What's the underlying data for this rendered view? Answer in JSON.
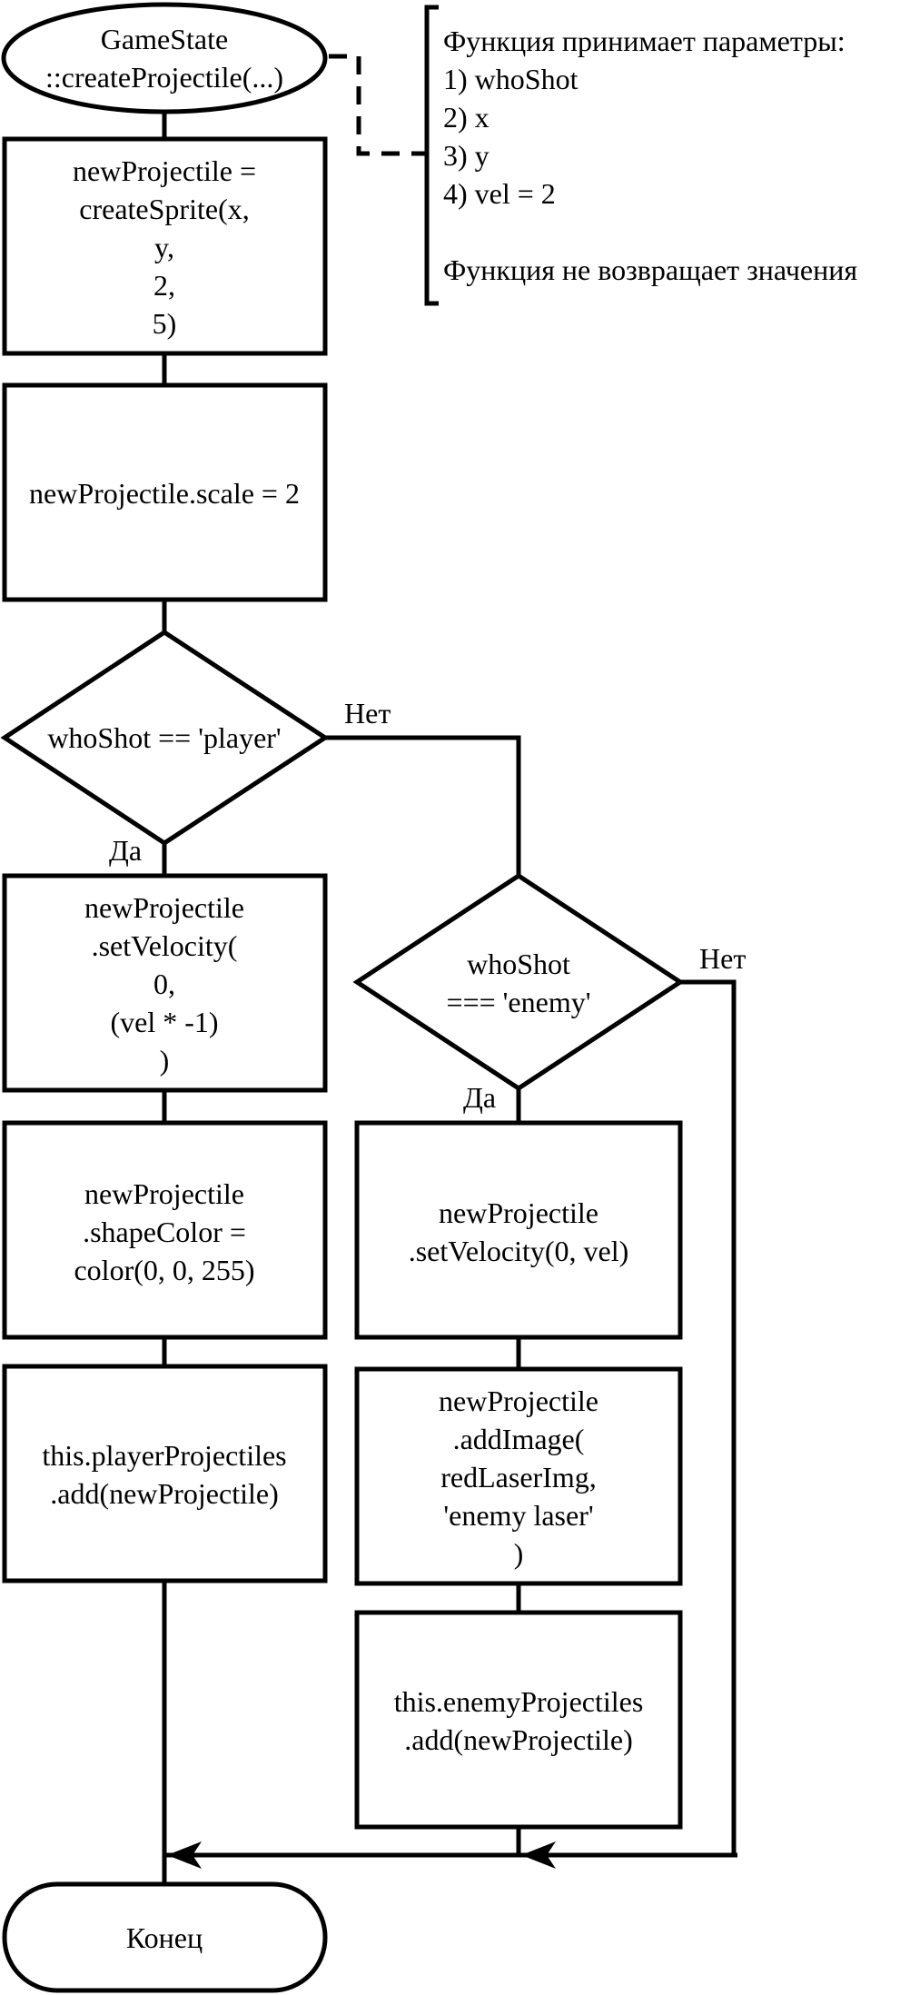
{
  "start": {
    "lines": [
      "GameState",
      "::createProjectile(...)"
    ]
  },
  "note": {
    "lines": [
      "Функция принимает параметры:",
      "1) whoShot",
      "2) x",
      "3) y",
      "4) vel = 2",
      "",
      "Функция не возвращает значения"
    ]
  },
  "steps": {
    "create_sprite": [
      "newProjectile =",
      "createSprite(x,",
      "y,",
      "2,",
      "5)"
    ],
    "scale": [
      "newProjectile.scale = 2"
    ],
    "player_velocity": [
      "newProjectile",
      ".setVelocity(",
      "0,",
      "(vel * -1)",
      ")"
    ],
    "player_color": [
      "newProjectile",
      ".shapeColor =",
      "color(0, 0, 255)"
    ],
    "player_add": [
      "this.playerProjectiles",
      ".add(newProjectile)"
    ],
    "enemy_velocity": [
      "newProjectile",
      ".setVelocity(0, vel)"
    ],
    "enemy_image": [
      "newProjectile",
      ".addImage(",
      "redLaserImg,",
      "'enemy laser'",
      ")"
    ],
    "enemy_add": [
      "this.enemyProjectiles",
      ".add(newProjectile)"
    ]
  },
  "decisions": {
    "player_check": [
      "whoShot == 'player'"
    ],
    "enemy_check": [
      "whoShot",
      "=== 'enemy'"
    ]
  },
  "branch_labels": {
    "player_no": "Нет",
    "player_yes": "Да",
    "enemy_no": "Нет",
    "enemy_yes": "Да"
  },
  "end": {
    "lines": [
      "Конец"
    ]
  }
}
